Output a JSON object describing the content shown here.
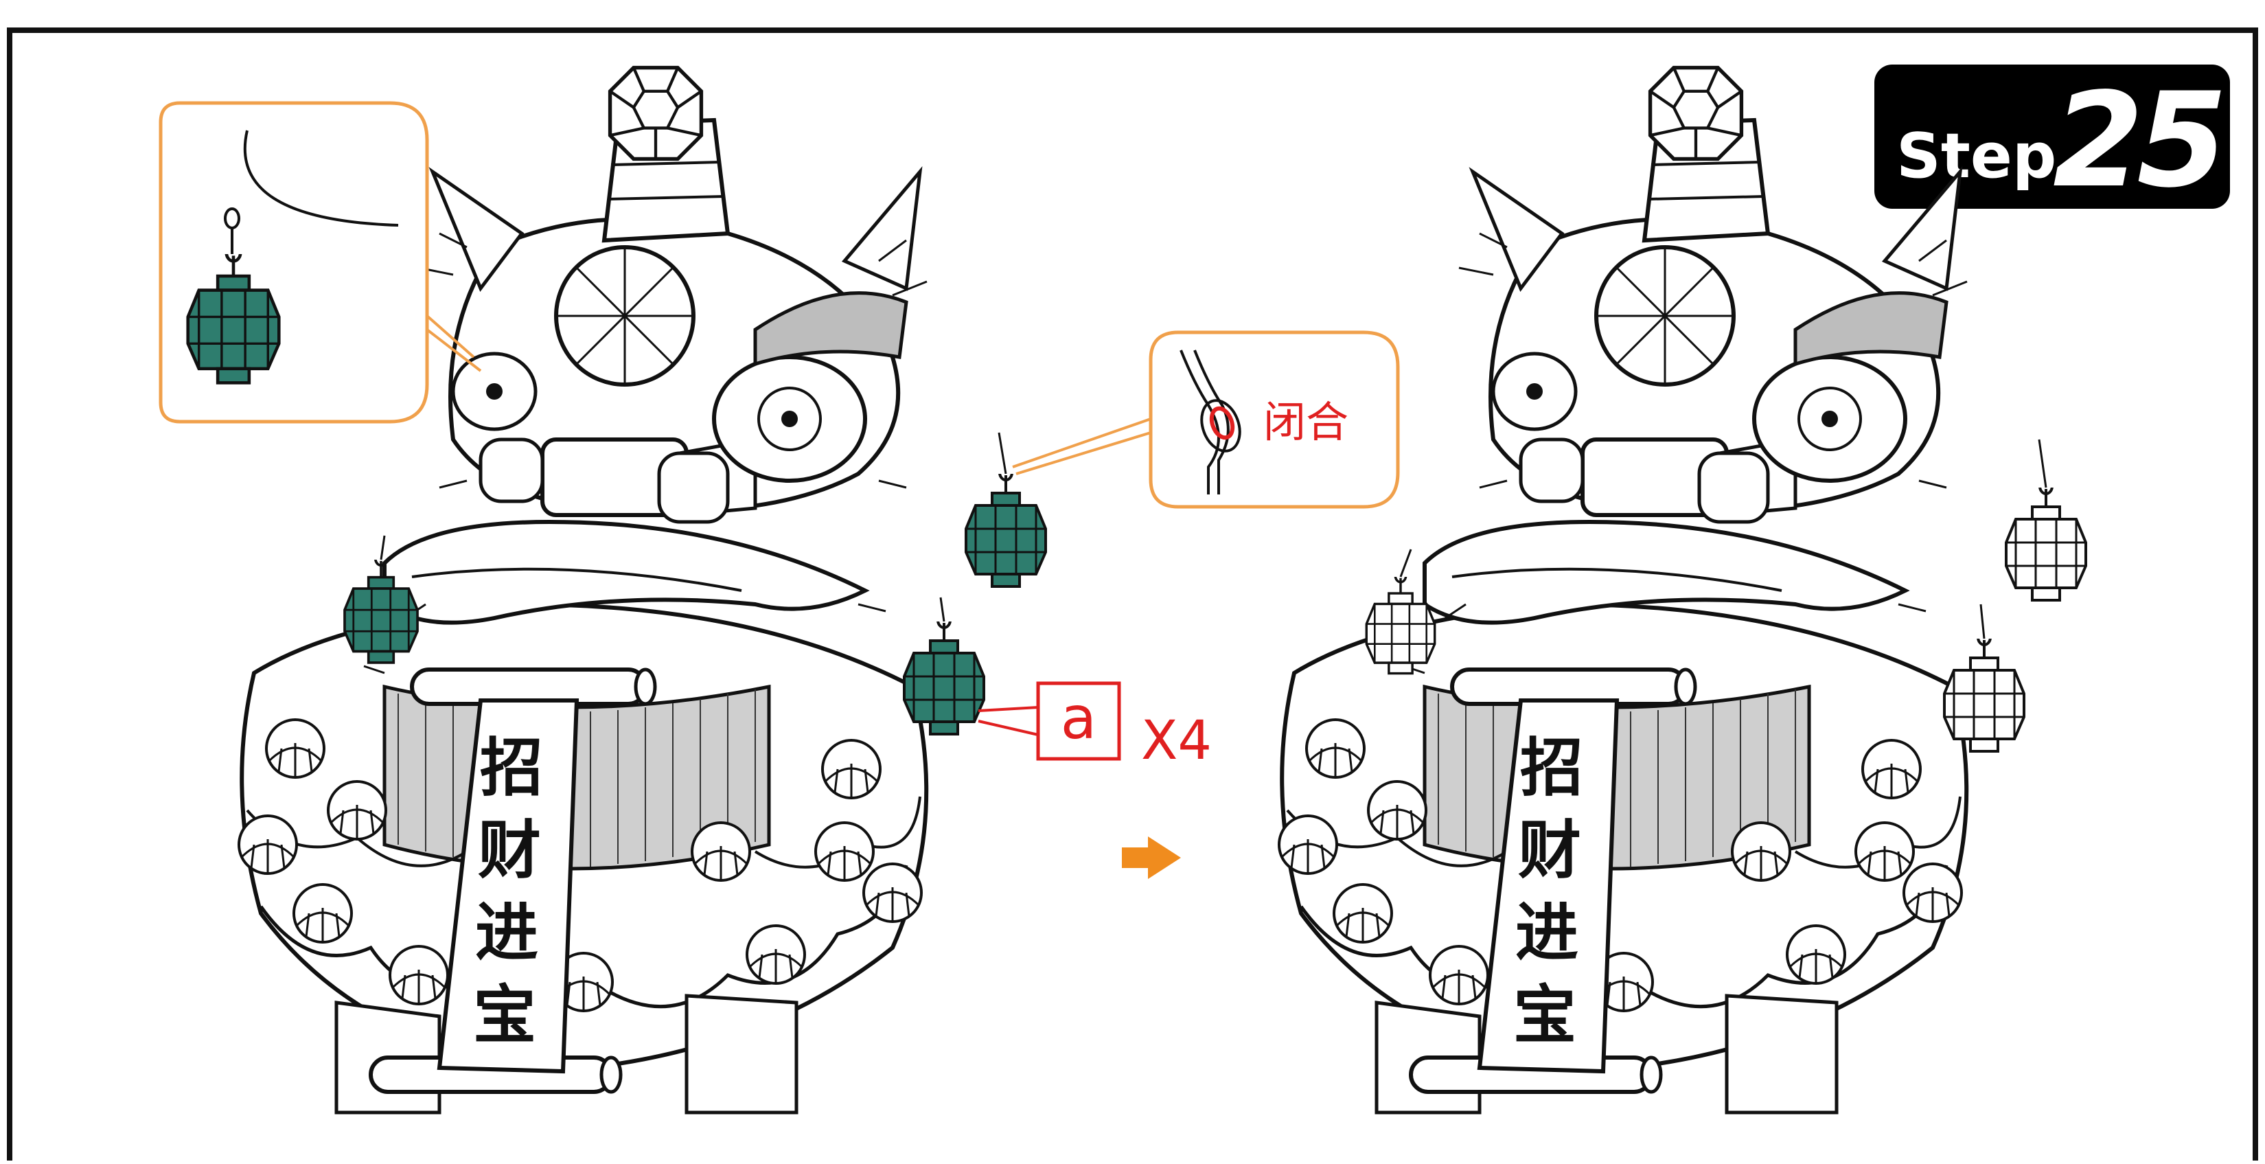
{
  "step": {
    "word": "Step",
    "number": "25"
  },
  "banner_text": [
    "招",
    "财",
    "进",
    "宝"
  ],
  "callout_close": {
    "label": "闭合"
  },
  "part": {
    "label": "a",
    "quantity": "X4"
  },
  "colors": {
    "lantern": "#2e7d6e",
    "callout_border": "#f0a04b",
    "annotation_red": "#e02020",
    "arrow_orange": "#f08c1e",
    "step_badge": "#000000",
    "line": "#111111"
  },
  "icons": {
    "arrow": "right-arrow-icon",
    "lantern": "lantern-icon"
  }
}
